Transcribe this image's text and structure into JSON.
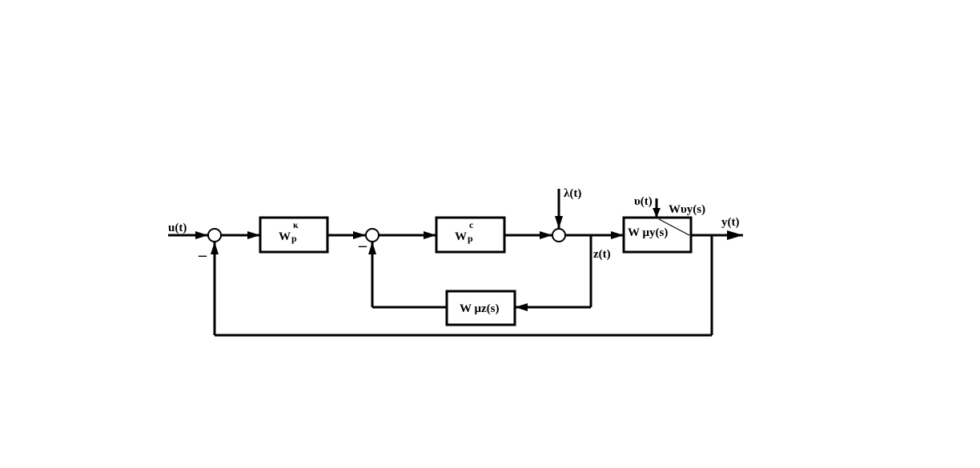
{
  "signals": {
    "input": "u(t)",
    "output": "y(t)",
    "disturbance_lambda": "λ(t)",
    "disturbance_upsilon": "υ(t)",
    "intermediate": "z(t)"
  },
  "blocks": {
    "regulator_k": {
      "base": "W",
      "sub": "p",
      "sup": "κ"
    },
    "regulator_c": {
      "base": "W",
      "sub": "p",
      "sup": "c"
    },
    "plant_muy": "W μy(s)",
    "disturbance_tf": "Wυy(s)",
    "feedback_muz": "W μz(s)"
  },
  "sum_signs": {
    "outer_minus": "–",
    "inner_minus": "–"
  }
}
